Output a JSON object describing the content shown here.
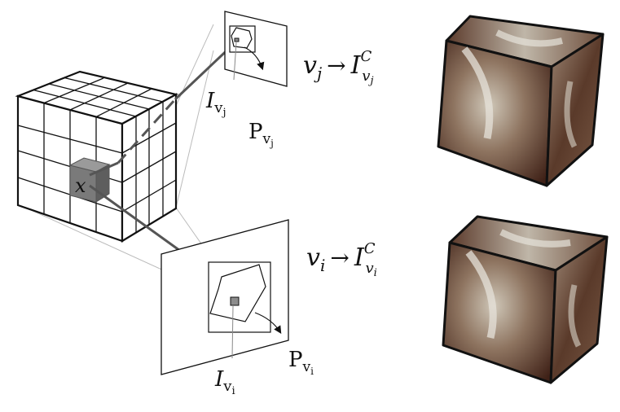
{
  "voxel_label": "x",
  "view_top": {
    "image_label": {
      "base": "I",
      "sub": "v",
      "subsub": "j"
    },
    "patch_label": {
      "base": "P",
      "sub": "v",
      "subsub": "j"
    },
    "mapping": {
      "var": "v",
      "var_sub": "j",
      "arrow": "→",
      "target": "I",
      "target_sup": "C",
      "target_sub": "v",
      "target_subsub": "j"
    }
  },
  "view_bottom": {
    "image_label": {
      "base": "I",
      "sub": "v",
      "subsub": "i"
    },
    "patch_label": {
      "base": "P",
      "sub": "v",
      "subsub": "i"
    },
    "mapping": {
      "var": "v",
      "var_sub": "i",
      "arrow": "→",
      "target": "I",
      "target_sup": "C",
      "target_sub": "v",
      "target_subsub": "i"
    }
  },
  "colors": {
    "line": "#111111",
    "voxel_fill": "#7a7a7a",
    "patch_fill": "#8c8c8c",
    "ray": "#555555",
    "texture_dark": "#4a2a1c",
    "texture_mid": "#8a6a50",
    "texture_light": "#d8d4cc"
  }
}
